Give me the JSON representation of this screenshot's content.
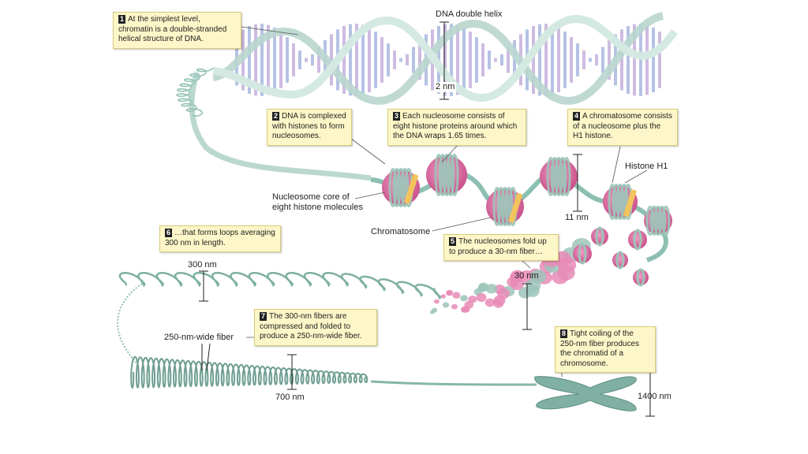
{
  "callouts": [
    {
      "number": "1",
      "text": "At the simplest level, chromatin is a double-stranded helical structure of DNA."
    },
    {
      "number": "2",
      "text": "DNA is complexed with histones to form nucleosomes."
    },
    {
      "number": "3",
      "text": "Each nucleosome consists of eight histone proteins around which the DNA wraps 1.65 times."
    },
    {
      "number": "4",
      "text": "A chromatosome consists of a nucleosome plus the H1 histone."
    },
    {
      "number": "5",
      "text": "The nucleosomes fold up to produce a 30-nm fiber…"
    },
    {
      "number": "6",
      "text": "…that forms loops averaging 300 nm in length."
    },
    {
      "number": "7",
      "text": "The 300-nm fibers are compressed and folded to produce a 250-nm-wide fiber."
    },
    {
      "number": "8",
      "text": "Tight coiling of the 250-nm fiber produces the chromatid of a chromosome."
    }
  ],
  "labels": {
    "dna_double_helix": "DNA double helix",
    "two_nm": "2 nm",
    "histone_h1": "Histone H1",
    "eleven_nm": "11 nm",
    "nucleosome_core": "Nucleosome core of eight histone molecules",
    "chromatosome": "Chromatosome",
    "thirty_nm": "30 nm",
    "three_hundred_nm": "300 nm",
    "fiber_250": "250-nm-wide fiber",
    "seven_hundred_nm": "700 nm",
    "fourteen_hundred_nm": "1400 nm"
  },
  "colors": {
    "dna_strand": "#c8e0d8",
    "dna_strand_dark": "#9cc4b8",
    "base_pair_blue": "#a9b8e0",
    "base_pair_violet": "#c6b0dc",
    "histone_pink": "#d9649a",
    "histone_pink_light": "#e88bb6",
    "h1_orange": "#f3c45c",
    "fiber_green": "#7fb0a3",
    "callout_bg": "#fdf6c8"
  }
}
